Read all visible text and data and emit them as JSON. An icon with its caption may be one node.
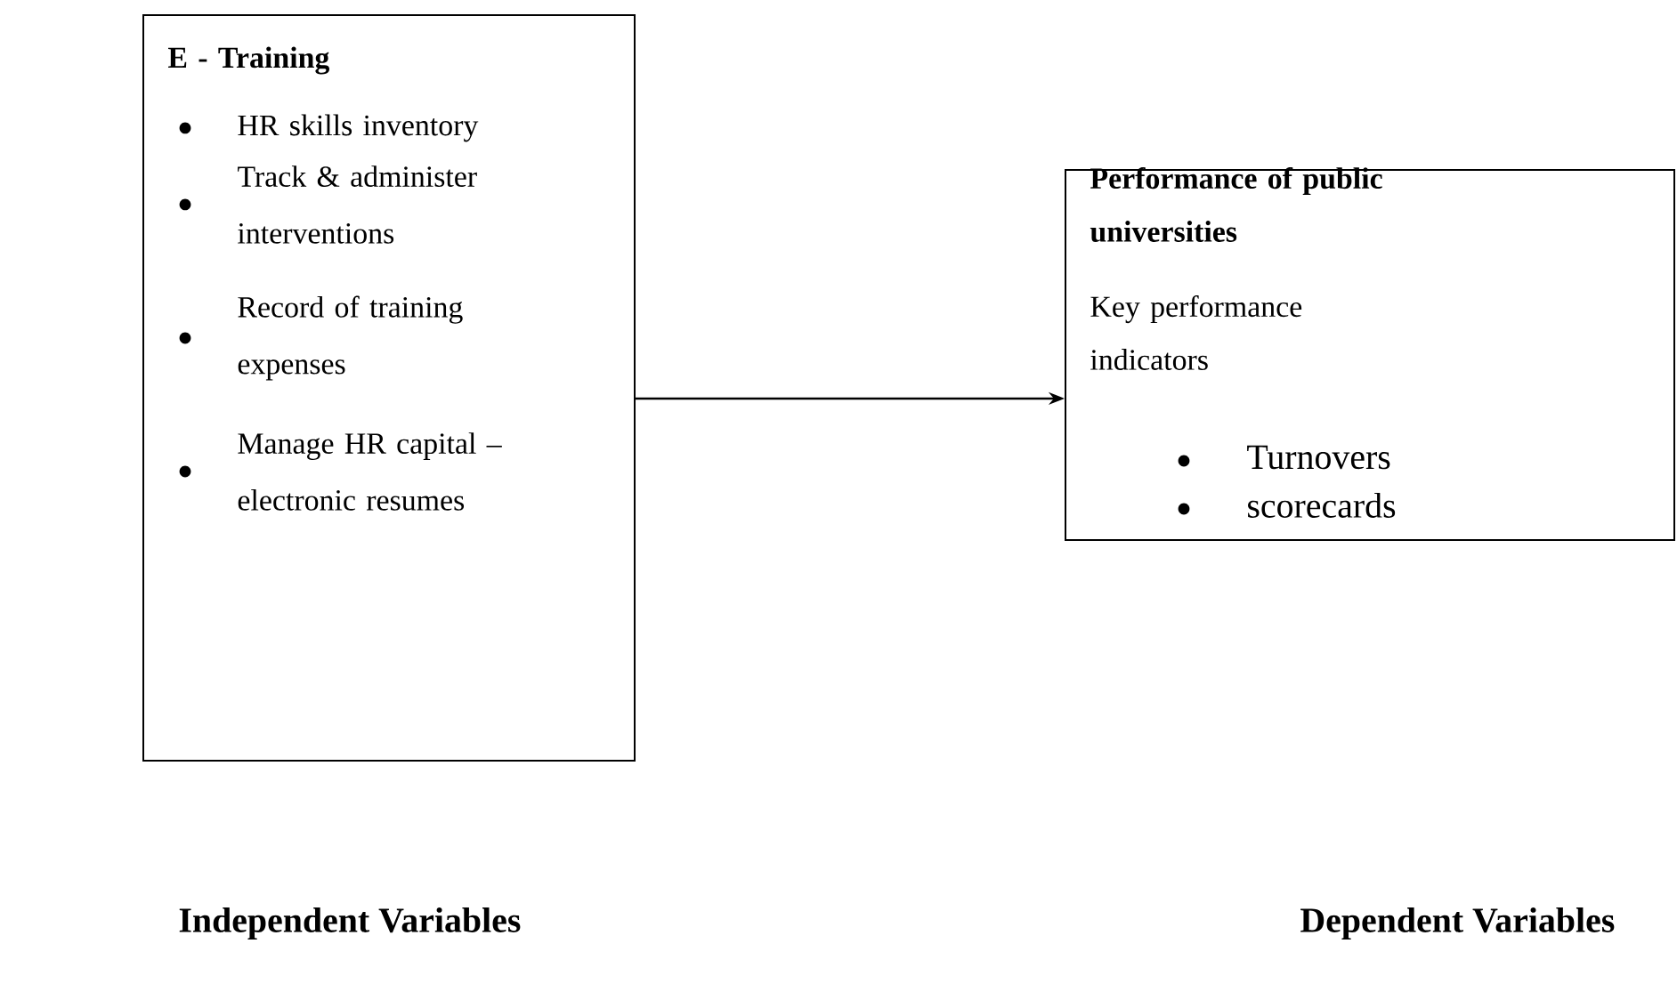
{
  "diagram": {
    "nodes": [
      {
        "text": [
          "E - Training",
          "HR skills inventory",
          "Track & administer interventions",
          "Record of training expenses",
          "Manage HR capital – electronic resumes"
        ]
      },
      {
        "text": [
          "Performance of public universities",
          "Key performance indicators",
          "Turnovers",
          "scorecards"
        ]
      }
    ],
    "edges": [
      {
        "from": 0,
        "to": 1,
        "arrow": "to"
      }
    ],
    "labels": [
      "Independent Variables",
      "Dependent Variables"
    ]
  }
}
